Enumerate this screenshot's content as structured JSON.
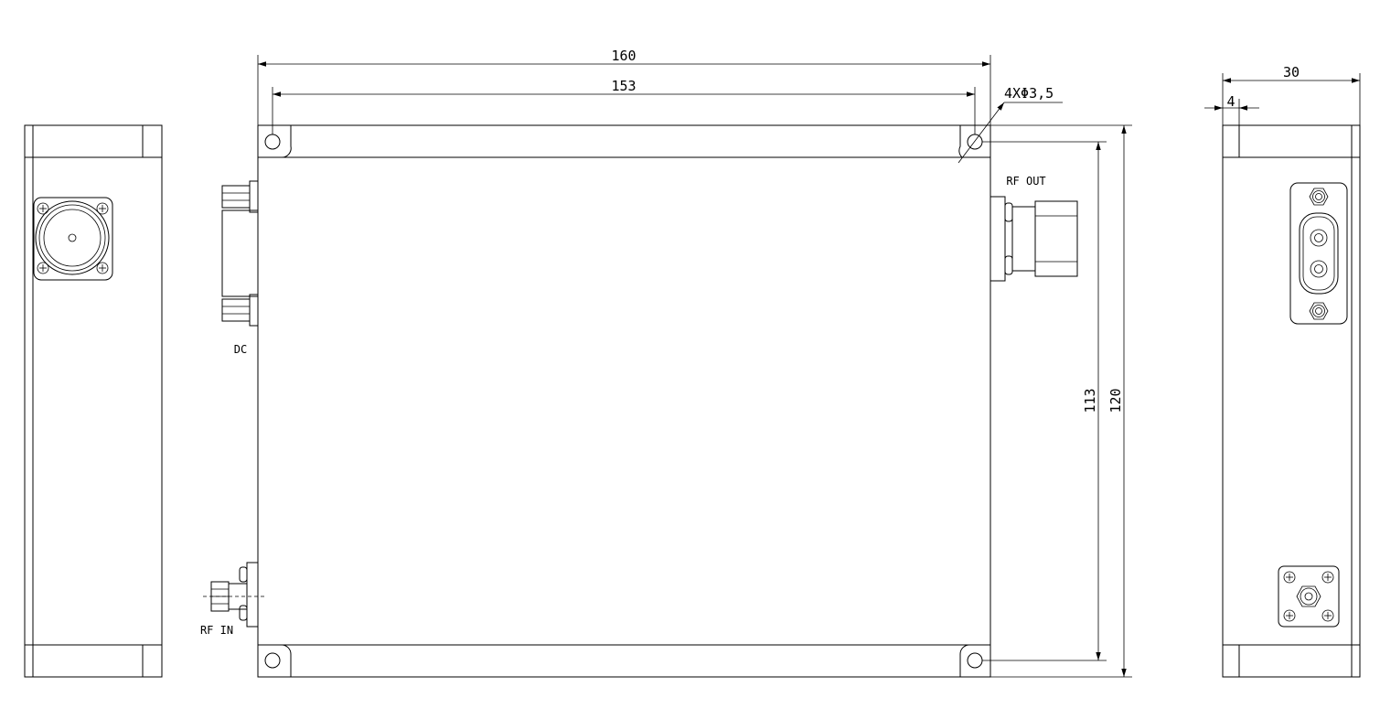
{
  "dimensions": {
    "overall_width": "160",
    "hole_spacing_x": "153",
    "mounting_holes": "4XΦ3,5",
    "hole_spacing_y": "113",
    "overall_height": "120",
    "depth": "30",
    "flange": "4"
  },
  "connector_labels": {
    "dc": "DC",
    "rf_out": "RF OUT",
    "rf_in": "RF IN"
  }
}
